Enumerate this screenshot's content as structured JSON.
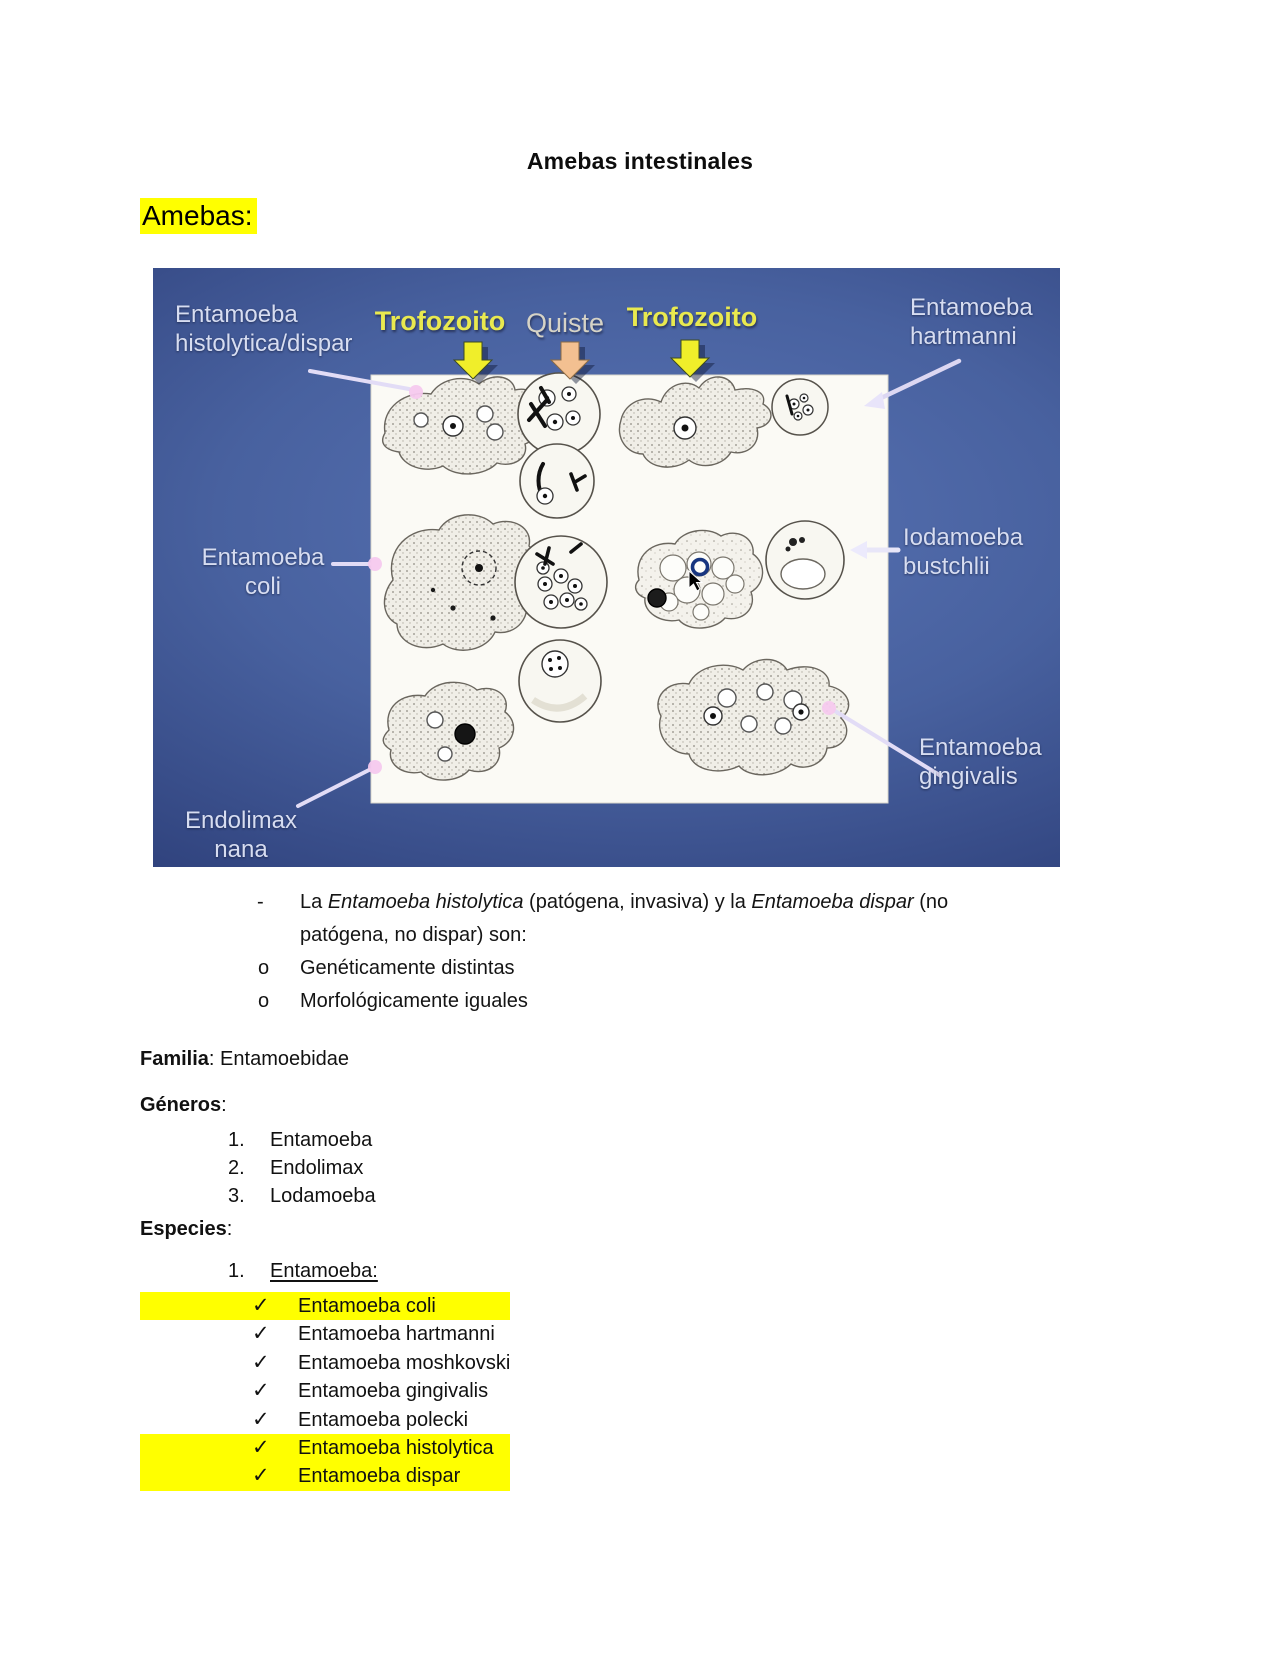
{
  "title": "Amebas intestinales",
  "section_heading": "Amebas:",
  "figure": {
    "stage_labels": {
      "trofozoito1": "Trofozoito",
      "quiste": "Quiste",
      "trofozoito2": "Trofozoito"
    },
    "organism_labels": {
      "histolytica_l1": "Entamoeba",
      "histolytica_l2": "histolytica/dispar",
      "hartmanni_l1": "Entamoeba",
      "hartmanni_l2": "hartmanni",
      "coli_l1": "Entamoeba",
      "coli_l2": "coli",
      "iodamoeba_l1": "Iodamoeba",
      "iodamoeba_l2": "bustchlii",
      "endolimax_l1": "Endolimax",
      "endolimax_l2": "nana",
      "gingivalis_l1": "Entamoeba",
      "gingivalis_l2": "gingivalis"
    },
    "colors": {
      "slide_blue_center": "#5873b4",
      "slide_blue_edge": "#1d2b5d",
      "trofozoito_yellow": "#e9e94f",
      "quiste_gray": "#d6d3c6",
      "arrow_yellow": "#f0ee2a",
      "arrow_peach": "#f3c091",
      "leader_lavender": "#ded9f5",
      "leader_pink_tip": "#f5c9ee",
      "highlight_yellow": "#ffff00",
      "cursor_ring_blue": "#17357f"
    }
  },
  "intro": {
    "marker": "-",
    "l1_a": "La ",
    "l1_i1": "Entamoeba histolytica",
    "l1_b": " (patógena, invasiva) y la ",
    "l1_i2": "Entamoeba dispar",
    "l1_c": " (no",
    "l2": "patógena, no dispar) son:"
  },
  "sub_bullets": {
    "marker": "o",
    "items": [
      "Genéticamente distintas",
      "Morfológicamente iguales"
    ]
  },
  "familia": {
    "label": "Familia",
    "separator": ": ",
    "value": "Entamoebidae"
  },
  "generos": {
    "label": "Géneros",
    "colon": ":",
    "items": [
      {
        "num": "1.",
        "text": "Entamoeba"
      },
      {
        "num": "2.",
        "text": "Endolimax"
      },
      {
        "num": "3.",
        "text": "Lodamoeba"
      }
    ]
  },
  "especies": {
    "label": "Especies",
    "colon": ":",
    "group": {
      "num": "1.",
      "title": "Entamoeba:"
    },
    "check_glyph": "✓",
    "items": [
      {
        "text": "Entamoeba coli",
        "highlighted": true
      },
      {
        "text": "Entamoeba hartmanni",
        "highlighted": false
      },
      {
        "text": "Entamoeba moshkovski",
        "highlighted": false
      },
      {
        "text": "Entamoeba gingivalis",
        "highlighted": false
      },
      {
        "text": "Entamoeba polecki",
        "highlighted": false
      },
      {
        "text": "Entamoeba histolytica",
        "highlighted": true
      },
      {
        "text": "Entamoeba dispar",
        "highlighted": true
      }
    ]
  }
}
